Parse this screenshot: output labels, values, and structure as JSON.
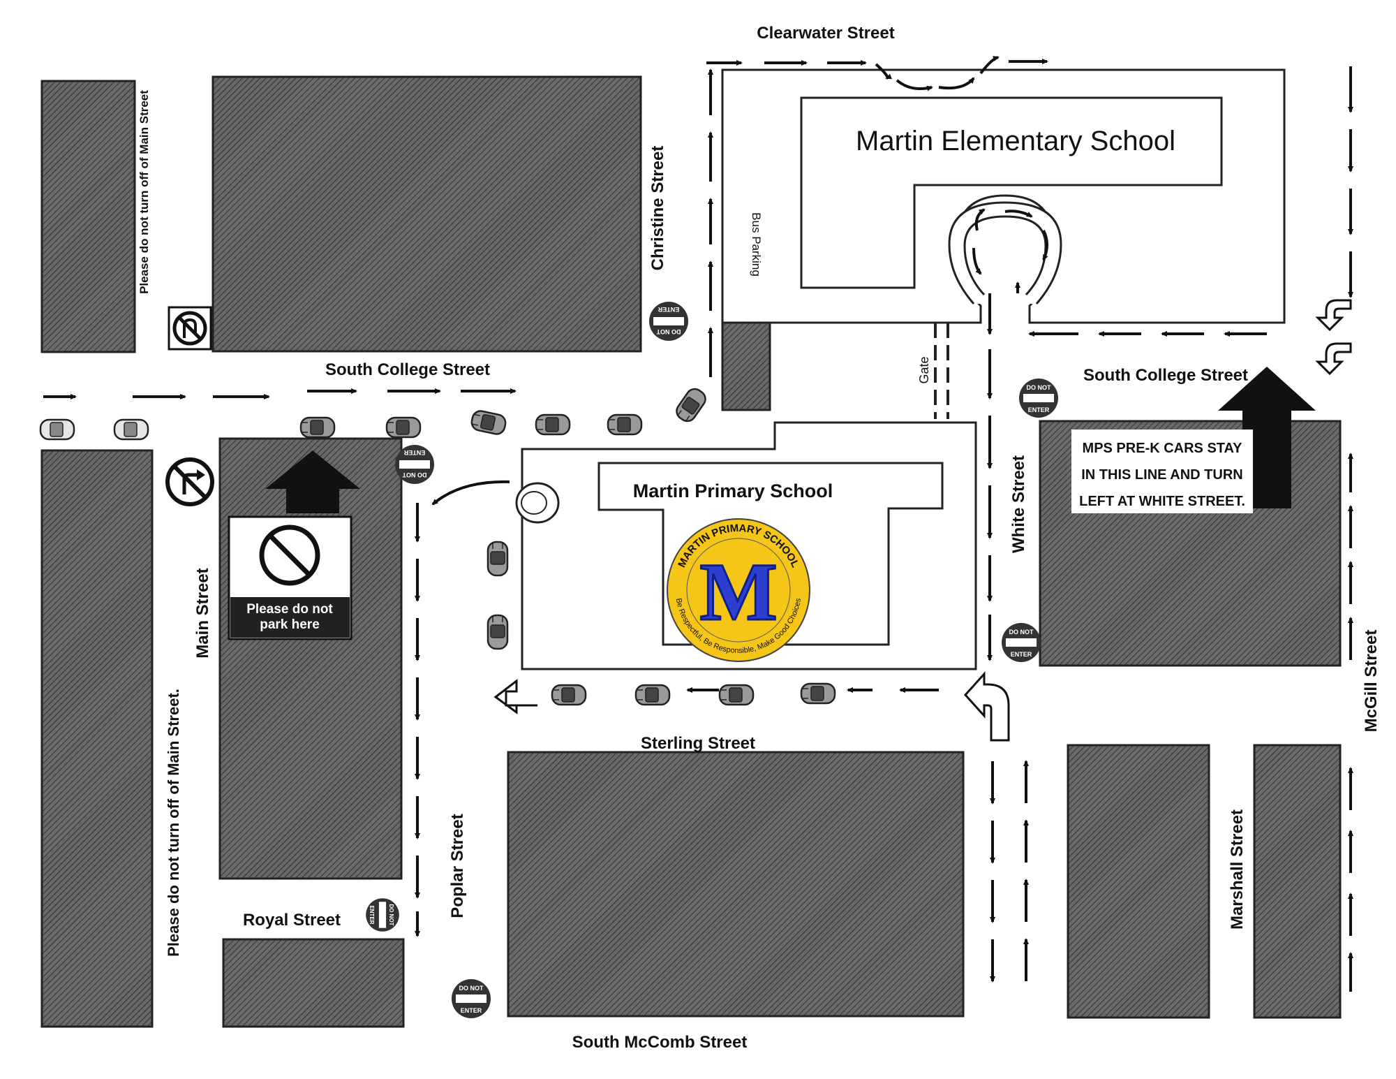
{
  "streets": {
    "clearwater": "Clearwater Street",
    "christine": "Christine Street",
    "bus_parking": "Bus Parking",
    "south_college_left": "South College Street",
    "south_college_right": "South College Street",
    "main": "Main Street",
    "white": "White Street",
    "sterling": "Sterling Street",
    "poplar": "Poplar Street",
    "royal": "Royal Street",
    "south_mccomb": "South McComb Street",
    "marshall": "Marshall Street",
    "mcgill": "McGill Street",
    "gate": "Gate"
  },
  "schools": {
    "elementary": "Martin Elementary School",
    "primary": "Martin Primary School"
  },
  "notes": {
    "main_top": "Please do not turn off of Main Street",
    "main_bottom": "Please do not turn off of Main Street.",
    "no_park_line1": "Please do not",
    "no_park_line2": "park here",
    "prek_line1": "MPS PRE-K CARS STAY",
    "prek_line2": "IN THIS LINE AND TURN",
    "prek_line3": "LEFT AT WHITE STREET."
  },
  "signs": {
    "do_not": "DO NOT",
    "enter": "ENTER"
  },
  "logo": {
    "ring_text": "MARTIN PRIMARY SCHOOL",
    "letter": "M",
    "motto": "Be Respectful, Be Responsible, Make Good Choices",
    "colors": {
      "ring": "#f5c518",
      "letter": "#2d3fd0"
    }
  },
  "icons": [
    "no-u-turn-icon",
    "no-right-turn-icon",
    "no-parking-icon",
    "do-not-enter-icon",
    "car-icon",
    "arrow-icon"
  ]
}
